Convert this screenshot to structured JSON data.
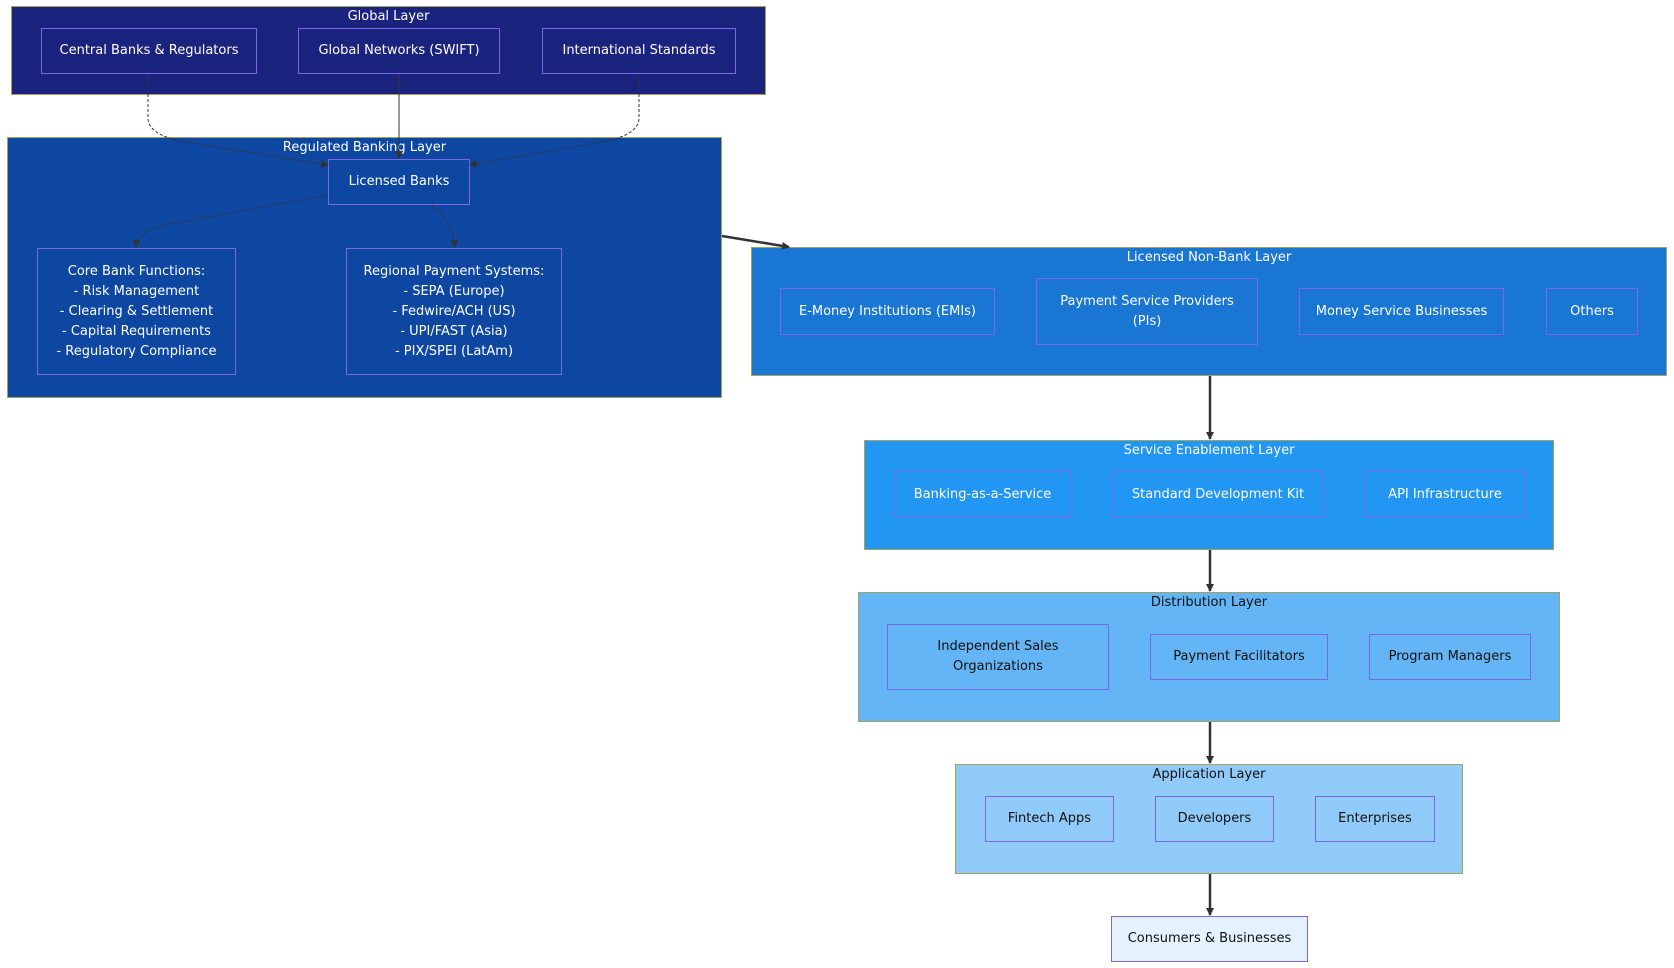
{
  "layers": {
    "global": {
      "title": "Global Layer",
      "color": "#1a237e"
    },
    "banking": {
      "title": "Regulated Banking Layer",
      "color": "#0d47a1"
    },
    "nonbank": {
      "title": "Licensed Non-Bank Layer",
      "color": "#1976d2"
    },
    "service": {
      "title": "Service Enablement Layer",
      "color": "#2196f3"
    },
    "distribution": {
      "title": "Distribution Layer",
      "color": "#64b5f6"
    },
    "application": {
      "title": "Application Layer",
      "color": "#90caf9"
    }
  },
  "nodes": {
    "central_banks": "Central Banks & Regulators",
    "global_networks": "Global Networks (SWIFT)",
    "intl_standards": "International Standards",
    "licensed_banks": "Licensed Banks",
    "core_functions": "Core Bank Functions:\n- Risk Management\n- Clearing & Settlement\n- Capital Requirements\n- Regulatory Compliance",
    "regional_payments": "Regional Payment Systems:\n- SEPA (Europe)\n- Fedwire/ACH (US)\n- UPI/FAST (Asia)\n- PIX/SPEI (LatAm)",
    "emi": "E-Money Institutions (EMIs)",
    "psp": "Payment Service Providers\n(PIs)",
    "msb": "Money Service Businesses",
    "others": "Others",
    "baas": "Banking-as-a-Service",
    "sdk": "Standard Development Kit",
    "api": "API Infrastructure",
    "iso": "Independent Sales\nOrganizations",
    "payfac": "Payment Facilitators",
    "program_managers": "Program Managers",
    "fintech": "Fintech Apps",
    "developers": "Developers",
    "enterprises": "Enterprises",
    "consumers": "Consumers & Businesses"
  },
  "colors": {
    "consumers_fill": "#e3f2fd",
    "node_border": "#7b66e6",
    "layer_border": "#a3a35a",
    "edge": "#333333"
  }
}
